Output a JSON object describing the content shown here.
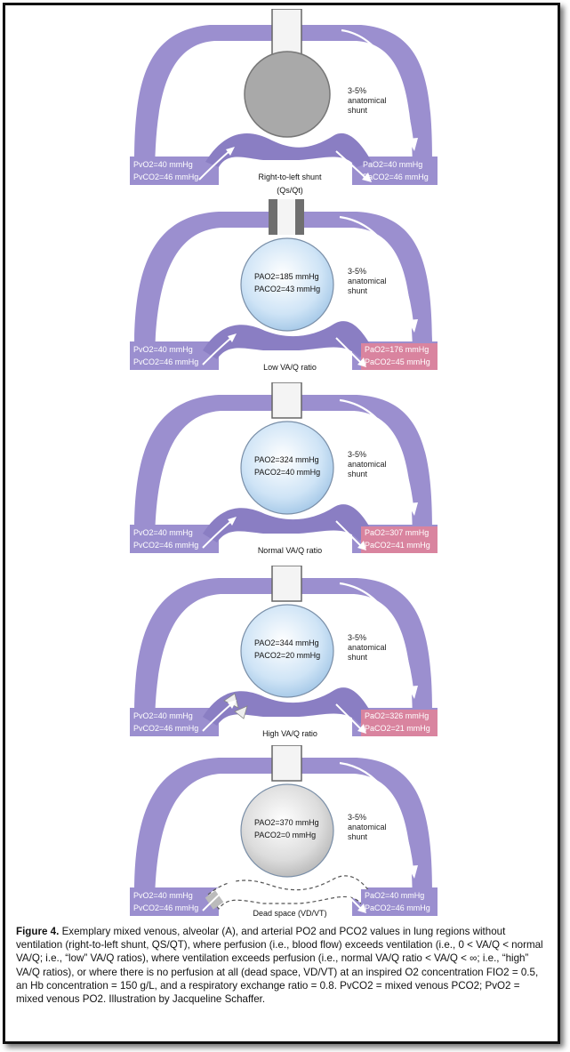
{
  "colors": {
    "vessel": "#9b8fcf",
    "vessel_dark": "#8a7ec3",
    "arterial_box": "#d9849f",
    "tube": "#7b7b7b",
    "gray_alveolus": "#a9a9a9",
    "blue_alveolus": "#cfe4f6"
  },
  "panels": [
    {
      "shunt_label": "3-5%\nanatomical\nshunt",
      "alveolus_line1": "",
      "alveolus_line2": "",
      "venous_line1": "PvO2=40 mmHg",
      "venous_line2": "PvCO2=46 mmHg",
      "arterial_line1": "PaO2=40 mmHg",
      "arterial_line2": "PaCO2=46 mmHg",
      "caption": "Right-to-left shunt",
      "caption2": "(Qs/Qt)"
    },
    {
      "shunt_label": "3-5%\nanatomical\nshunt",
      "alveolus_line1": "PAO2=185 mmHg",
      "alveolus_line2": "PACO2=43 mmHg",
      "venous_line1": "PvO2=40 mmHg",
      "venous_line2": "PvCO2=46 mmHg",
      "arterial_line1": "PaO2=176 mmHg",
      "arterial_line2": "PaCO2=45 mmHg",
      "caption": "Low VA/Q ratio",
      "caption2": ""
    },
    {
      "shunt_label": "3-5%\nanatomical\nshunt",
      "alveolus_line1": "PAO2=324 mmHg",
      "alveolus_line2": "PACO2=40 mmHg",
      "venous_line1": "PvO2=40 mmHg",
      "venous_line2": "PvCO2=46 mmHg",
      "arterial_line1": "PaO2=307 mmHg",
      "arterial_line2": "PaCO2=41 mmHg",
      "caption": "Normal VA/Q ratio",
      "caption2": ""
    },
    {
      "shunt_label": "3-5%\nanatomical\nshunt",
      "alveolus_line1": "PAO2=344 mmHg",
      "alveolus_line2": "PACO2=20 mmHg",
      "venous_line1": "PvO2=40 mmHg",
      "venous_line2": "PvCO2=46 mmHg",
      "arterial_line1": "PaO2=326 mmHg",
      "arterial_line2": "PaCO2=21 mmHg",
      "caption": "High VA/Q ratio",
      "caption2": ""
    },
    {
      "shunt_label": "3-5%\nanatomical\nshunt",
      "alveolus_line1": "PAO2=370 mmHg",
      "alveolus_line2": "PACO2=0 mmHg",
      "venous_line1": "PvO2=40 mmHg",
      "venous_line2": "PvCO2=46 mmHg",
      "arterial_line1": "PaO2=40 mmHg",
      "arterial_line2": "PaCO2=46 mmHg",
      "caption": "Dead space (VD/VT)",
      "caption2": ""
    }
  ],
  "figure_caption": {
    "label": "Figure 4.",
    "text": "Exemplary mixed venous, alveolar (A), and arterial PO2 and PCO2 values in lung regions without ventilation (right-to-left shunt, QS/QT), where perfusion (i.e., blood flow) exceeds ventilation (i.e., 0 < VA/Q < normal VA/Q; i.e., “low” VA/Q ratios), where ventilation exceeds perfusion (i.e., normal VA/Q ratio < VA/Q < ∞; i.e., “high” VA/Q ratios), or where there is no perfusion at all (dead space, VD/VT) at an inspired O2 concentration FIO2 = 0.5, an Hb concentration = 150 g/L, and a respiratory exchange ratio = 0.8. PvCO2 = mixed venous PCO2; PvO2 = mixed venous PO2. Illustration by Jacqueline Schaffer."
  }
}
